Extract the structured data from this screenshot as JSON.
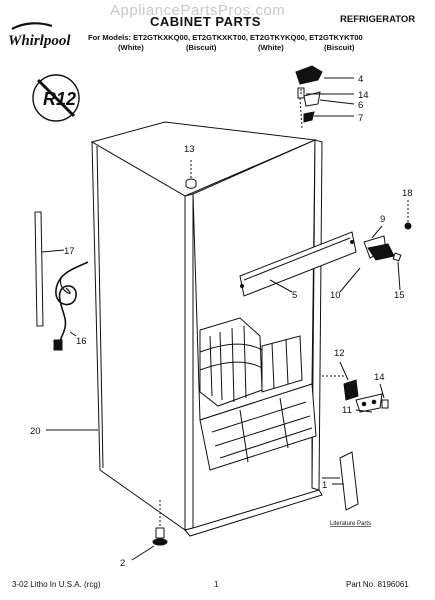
{
  "watermark": "AppliancePartsPros.com",
  "header": {
    "title": "CABINET PARTS",
    "category": "REFRIGERATOR",
    "models_line": "For Models: ET2GTKXKQ00, ET2GTKXKT00, ET2GTKYKQ00, ET2GTKYKT00",
    "model_colors": [
      "(White)",
      "(Biscuit)",
      "(White)",
      "(Biscuit)"
    ]
  },
  "logo": {
    "text": "Whirlpool"
  },
  "badge": {
    "text": "R12"
  },
  "callouts": [
    {
      "id": "4",
      "label": "4"
    },
    {
      "id": "14a",
      "label": "14"
    },
    {
      "id": "6",
      "label": "6"
    },
    {
      "id": "7",
      "label": "7"
    },
    {
      "id": "13",
      "label": "13"
    },
    {
      "id": "18",
      "label": "18"
    },
    {
      "id": "9",
      "label": "9"
    },
    {
      "id": "17",
      "label": "17"
    },
    {
      "id": "5",
      "label": "5"
    },
    {
      "id": "10",
      "label": "10"
    },
    {
      "id": "15",
      "label": "15"
    },
    {
      "id": "16",
      "label": "16"
    },
    {
      "id": "12",
      "label": "12"
    },
    {
      "id": "14b",
      "label": "14"
    },
    {
      "id": "11",
      "label": "11"
    },
    {
      "id": "20",
      "label": "20"
    },
    {
      "id": "1",
      "label": "1"
    },
    {
      "id": "2",
      "label": "2"
    }
  ],
  "literature_label": "Literature Parts",
  "footer": {
    "left": "3-02 Litho In U.S.A. (rcg)",
    "center": "1",
    "right": "Part No. 8196061"
  }
}
